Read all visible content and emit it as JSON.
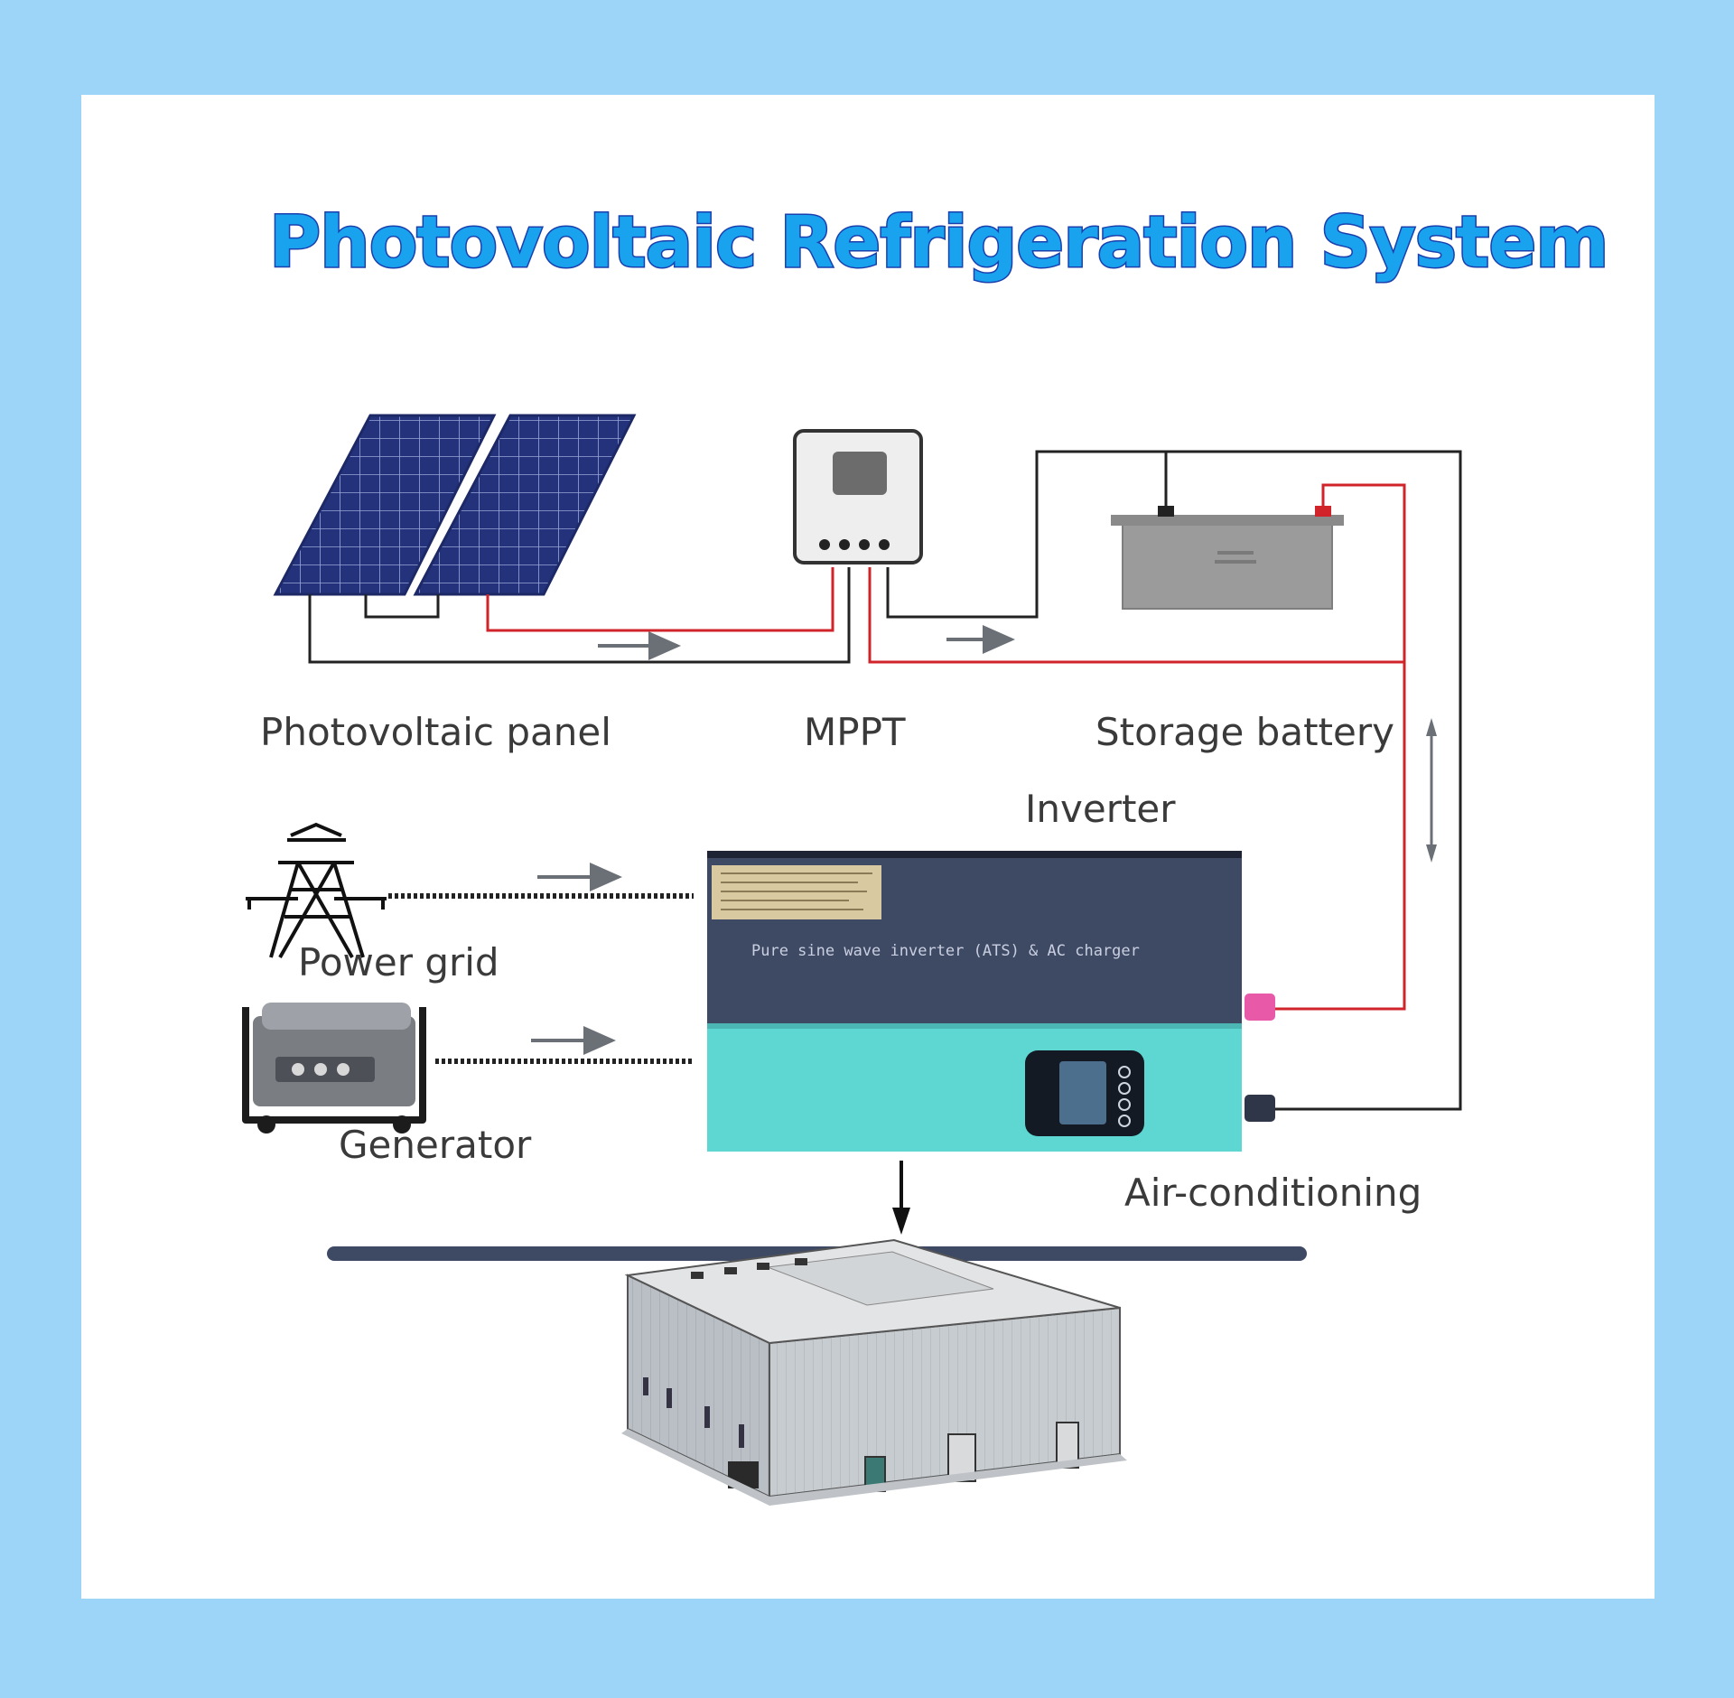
{
  "title": "Photovoltaic Refrigeration System",
  "labels": {
    "pv_panel": "Photovoltaic panel",
    "mppt": "MPPT",
    "storage_battery": "Storage battery",
    "inverter": "Inverter",
    "power_grid": "Power grid",
    "generator": "Generator",
    "air_conditioning": "Air-conditioning"
  },
  "inverter_face_text": "Pure sine wave inverter (ATS) & AC charger",
  "colors": {
    "background": "#9dd5f8",
    "title_fill": "#19a3ee",
    "title_outline": "#1a3fae",
    "wire_positive": "#d0232a",
    "wire_negative": "#222222",
    "inverter_top": "#3e4a64",
    "inverter_bottom": "#5ed7d3",
    "panel_cells": "#23327a"
  },
  "icons": {
    "pv_panel": "solar-panel-icon",
    "mppt": "charge-controller-icon",
    "battery": "battery-icon",
    "inverter": "inverter-icon",
    "grid": "transmission-tower-icon",
    "generator": "generator-icon",
    "building": "cold-storage-building-icon"
  }
}
